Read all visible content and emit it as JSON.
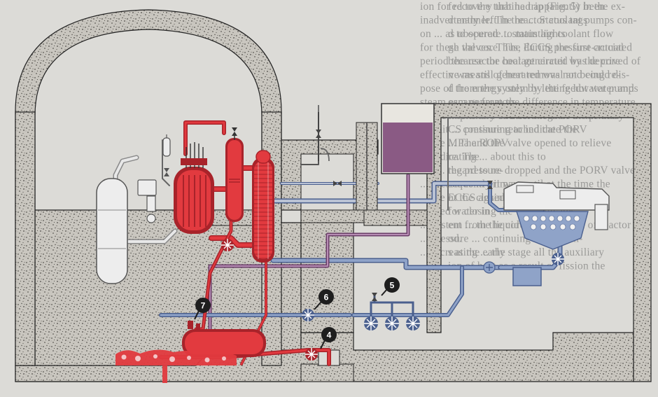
{
  "colors": {
    "paper": "#dcdbd7",
    "concrete": "#c9c6bf",
    "speckle": "#5a5853",
    "reactor_coolant": "#e23a3f",
    "reactor_coolant_dark": "#a8232a",
    "feedwater": "#8fa3c8",
    "feedwater_dark": "#4a5f8e",
    "condensate_tank": "#8a5a84",
    "steam_pipe": "#b9c2d4",
    "marker_fill": "#1e1e1e"
  },
  "background_text": [
    "fed to the turbine trip (Fig. 5) in the ex-",
    "d manner. The reactor coolant pumps con-",
    "d to operate to maintain coolant flow",
    "gh the core. The ECCS pressure-actuated",
    "because the heat generated by the core",
    "n was still generated was not being re-",
    "d from the system by the feedwater pumps",
    "eam generators.",
    "weeks and 6s after the start of the acci-",
    "CS pressure reached the PORV",
    "MPa and the valve opened to relieve",
    "re. The",
    "the pressure dropped and the PORV valve",
    "sequently it was until at the time the",
    "ot the closed position",
    "for closing the The indicates",
    "ent from the core and the level of reactor",
    "od.",
    "s at the early stage all the auxiliary",
    "ion of heat as a result of fission the",
    "ion for recovery that had apparently been",
    "inadvertently left in the ... Status tags",
    "on ... as obscured ... status lights",
    "for these valves. Thus, during the first crucial",
    "period the reactor coolant circuit was deprived of",
    "effective means of heat removal and could dis-",
    "pose of the energy only by letting hot water and",
    "steam escape from the difference in temperature",
    "between primary and cold legs of the primary",
    "circuit ... continuing to indicate the",
    "... the ... The ROPV",
    "... indicating ... about this to",
    "the ... regard to re-",
    "... pressures ... primary",
    "... the ECCS against this",
    "... feed water in",
    "... system ... the liquid level",
    "... pressure ... continuing ... Concen-",
    "... increasing ... the",
    "... "
  ],
  "markers": [
    {
      "id": "4",
      "label": "4"
    },
    {
      "id": "5",
      "label": "5"
    },
    {
      "id": "6",
      "label": "6"
    },
    {
      "id": "7",
      "label": "7"
    }
  ],
  "components": {
    "containment": "containment-building",
    "reactor": "reactor-vessel",
    "pressurizer": "pressurizer",
    "steam_generator": "steam-generator",
    "drain_tank": "reactor-coolant-drain-tank",
    "condensate_tank": "condensate-storage-tank",
    "turbine": "turbine",
    "condenser": "condenser",
    "feed_pumps": "feedwater-pumps",
    "coolant_pump": "reactor-coolant-pump",
    "heat_exchanger": "letdown-heat-exchanger"
  }
}
